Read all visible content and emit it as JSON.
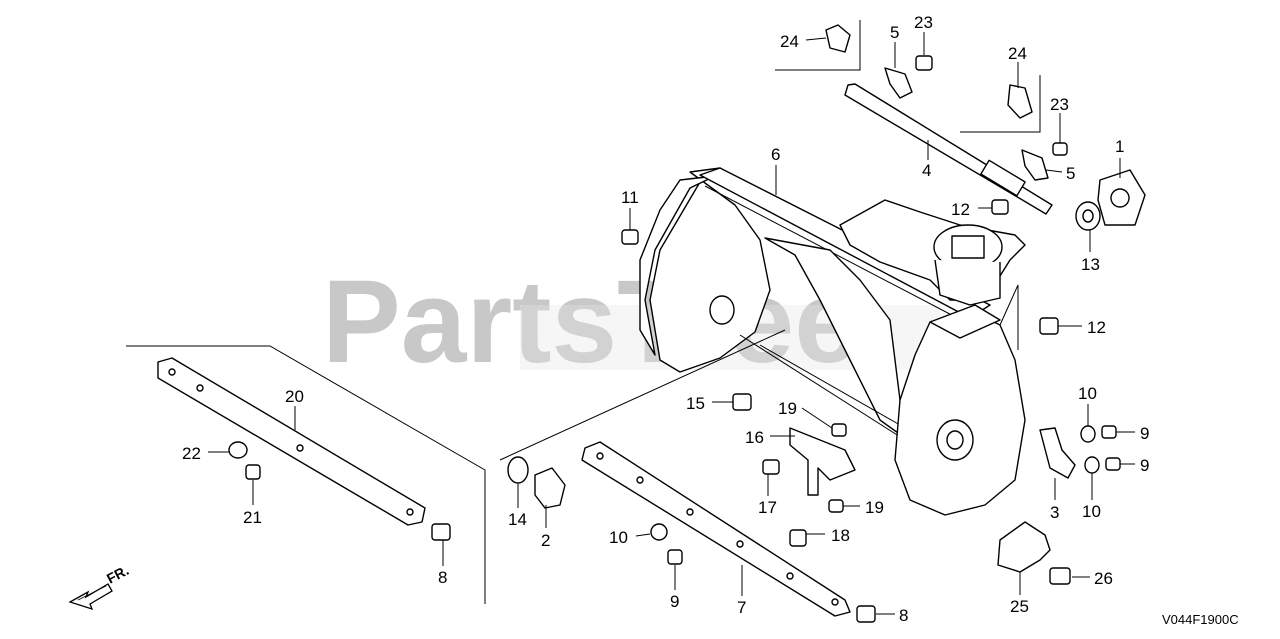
{
  "watermark": {
    "text": "PartsTree"
  },
  "diagram_code": "V044F1900C",
  "front_indicator": {
    "label": "FR.",
    "icon": "front-direction-arrow-icon"
  },
  "callouts": {
    "c1": "1",
    "c2": "2",
    "c3": "3",
    "c4": "4",
    "c5a": "5",
    "c5b": "5",
    "c6": "6",
    "c7": "7",
    "c8a": "8",
    "c8b": "8",
    "c9a": "9",
    "c9b": "9",
    "c9c": "9",
    "c10a": "10",
    "c10b": "10",
    "c10c": "10",
    "c11": "11",
    "c12a": "12",
    "c12b": "12",
    "c13": "13",
    "c14": "14",
    "c15": "15",
    "c16": "16",
    "c17": "17",
    "c18": "18",
    "c19a": "19",
    "c19b": "19",
    "c20": "20",
    "c21": "21",
    "c22": "22",
    "c23a": "23",
    "c23b": "23",
    "c24a": "24",
    "c24b": "24",
    "c25": "25",
    "c26": "26"
  }
}
